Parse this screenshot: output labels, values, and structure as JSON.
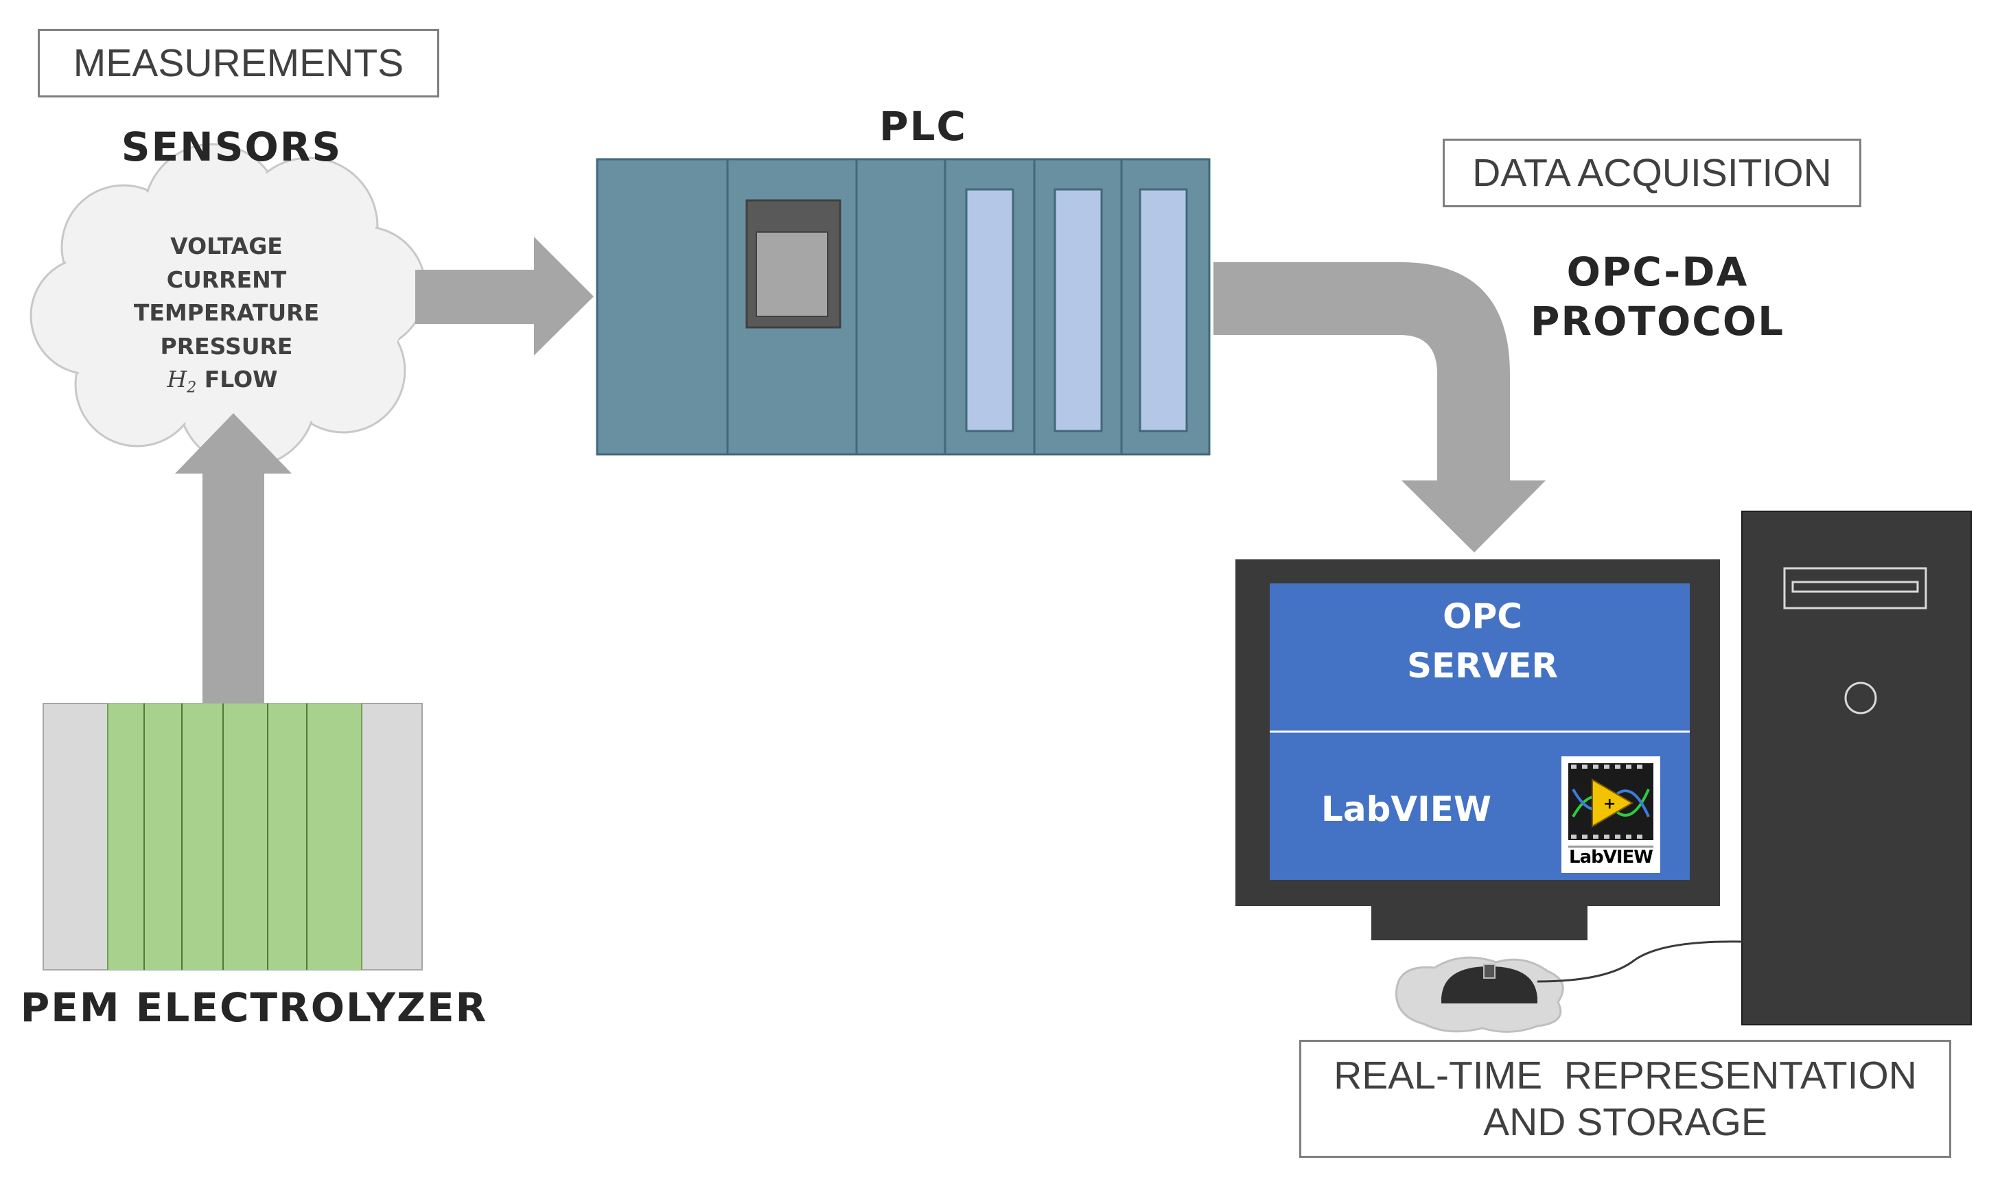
{
  "labels": {
    "measurements": "MEASUREMENTS",
    "data_acquisition": "DATA ACQUISITION",
    "realtime_line1": "REAL-TIME  REPRESENTATION",
    "realtime_line2": "AND STORAGE"
  },
  "headings": {
    "sensors": "SENSORS",
    "plc": "PLC",
    "protocol_line1": "OPC-DA",
    "protocol_line2": "PROTOCOL",
    "electrolyzer": "PEM ELECTROLYZER"
  },
  "sensor_list": {
    "voltage": "VOLTAGE",
    "current": "CURRENT",
    "temperature": "TEMPERATURE",
    "pressure": "PRESSURE",
    "h2_symbol": "H",
    "h2_subscript": "2",
    "flow": "FLOW"
  },
  "computer": {
    "opc_line1": "OPC",
    "opc_line2": "SERVER",
    "labview": "LabVIEW",
    "logo_text": "LabVIEW"
  },
  "colors": {
    "arrow": "#a6a6a6",
    "plc_body": "#6990a0",
    "plc_module": "#b4c7e7",
    "screen_blue": "#4472c4",
    "electrolyzer_cells": "#a9d18e",
    "electrolyzer_plates": "#d9d9d9",
    "monitor_frame": "#3a3a3a"
  },
  "icons": [
    "cloud-shape",
    "plc-rack",
    "electrolyzer-stack",
    "monitor",
    "pc-tower",
    "mouse",
    "labview-logo",
    "arrow-right",
    "arrow-up",
    "arrow-curved-down"
  ]
}
